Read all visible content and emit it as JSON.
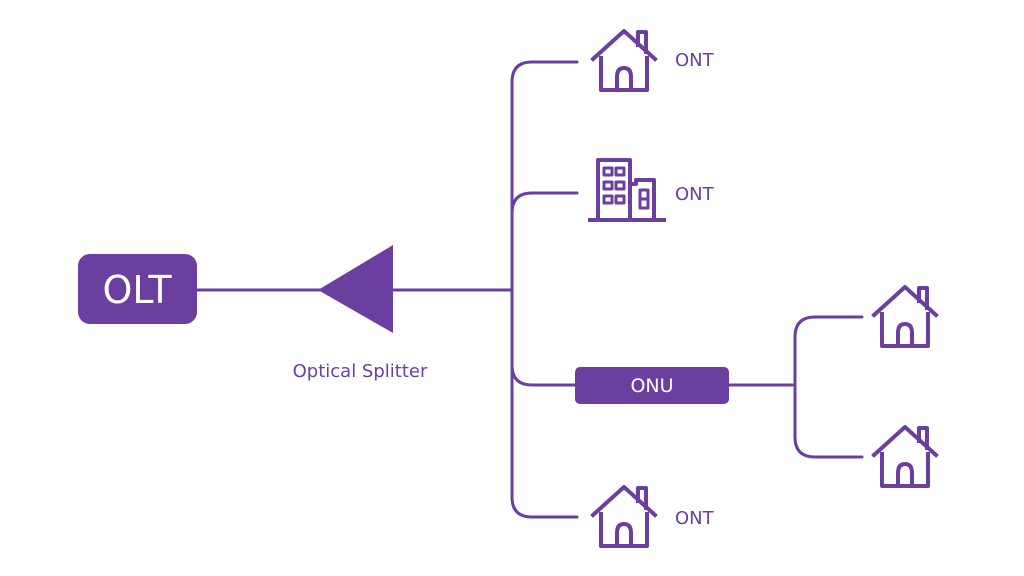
{
  "diagram": {
    "olt": {
      "label": "OLT"
    },
    "splitter": {
      "label": "Optical Splitter"
    },
    "onu": {
      "label": "ONU"
    },
    "branches": [
      {
        "icon": "house-icon",
        "label": "ONT"
      },
      {
        "icon": "building-icon",
        "label": "ONT"
      },
      {
        "icon": "onu-box",
        "label": "ONU"
      },
      {
        "icon": "house-icon",
        "label": "ONT"
      }
    ],
    "onu_children": [
      {
        "icon": "house-icon"
      },
      {
        "icon": "house-icon"
      }
    ],
    "colors": {
      "accent": "#6b3fa0",
      "background": "#ffffff"
    }
  }
}
